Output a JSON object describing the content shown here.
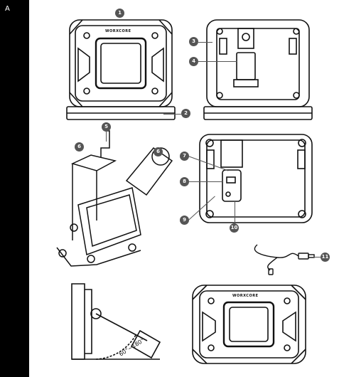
{
  "sheet": {
    "letter": "A"
  },
  "brand_text": "WORXCORE",
  "angle_text": "60°~180°",
  "callouts": [
    {
      "num": "1"
    },
    {
      "num": "2"
    },
    {
      "num": "3"
    },
    {
      "num": "4"
    },
    {
      "num": "5"
    },
    {
      "num": "6"
    },
    {
      "num": "6"
    },
    {
      "num": "7"
    },
    {
      "num": "8"
    },
    {
      "num": "9"
    },
    {
      "num": "10"
    },
    {
      "num": "11"
    }
  ]
}
